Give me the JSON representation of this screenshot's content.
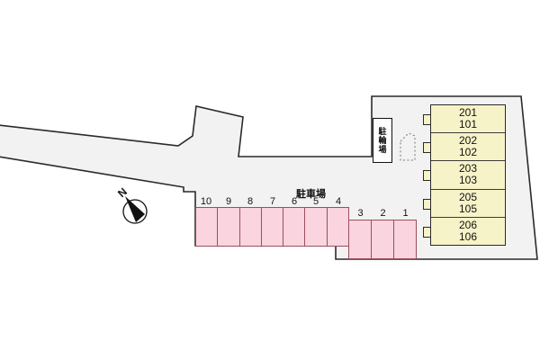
{
  "labels": {
    "parking_lot": "駐車場",
    "bicycle_parking": "駐輪場",
    "compass_north": "N"
  },
  "building": {
    "units": [
      {
        "upper": "201",
        "lower": "101"
      },
      {
        "upper": "202",
        "lower": "102"
      },
      {
        "upper": "203",
        "lower": "103"
      },
      {
        "upper": "205",
        "lower": "105"
      },
      {
        "upper": "206",
        "lower": "106"
      }
    ]
  },
  "parking": {
    "main_row_spaces": [
      "10",
      "9",
      "8",
      "7",
      "6",
      "5",
      "4"
    ],
    "side_row_spaces": [
      "3",
      "2",
      "1"
    ]
  },
  "icons": {
    "compass": "compass-north-arrow"
  },
  "colors": {
    "site_fill": "#f2f2f2",
    "site_outline": "#2a2a2a",
    "building_fill": "#f7f3c8",
    "bicycle_box_fill": "#ffffff",
    "parking_fill": "#fad4de",
    "parking_outline": "#9a4f5f",
    "dashed_outline": "#777777"
  }
}
